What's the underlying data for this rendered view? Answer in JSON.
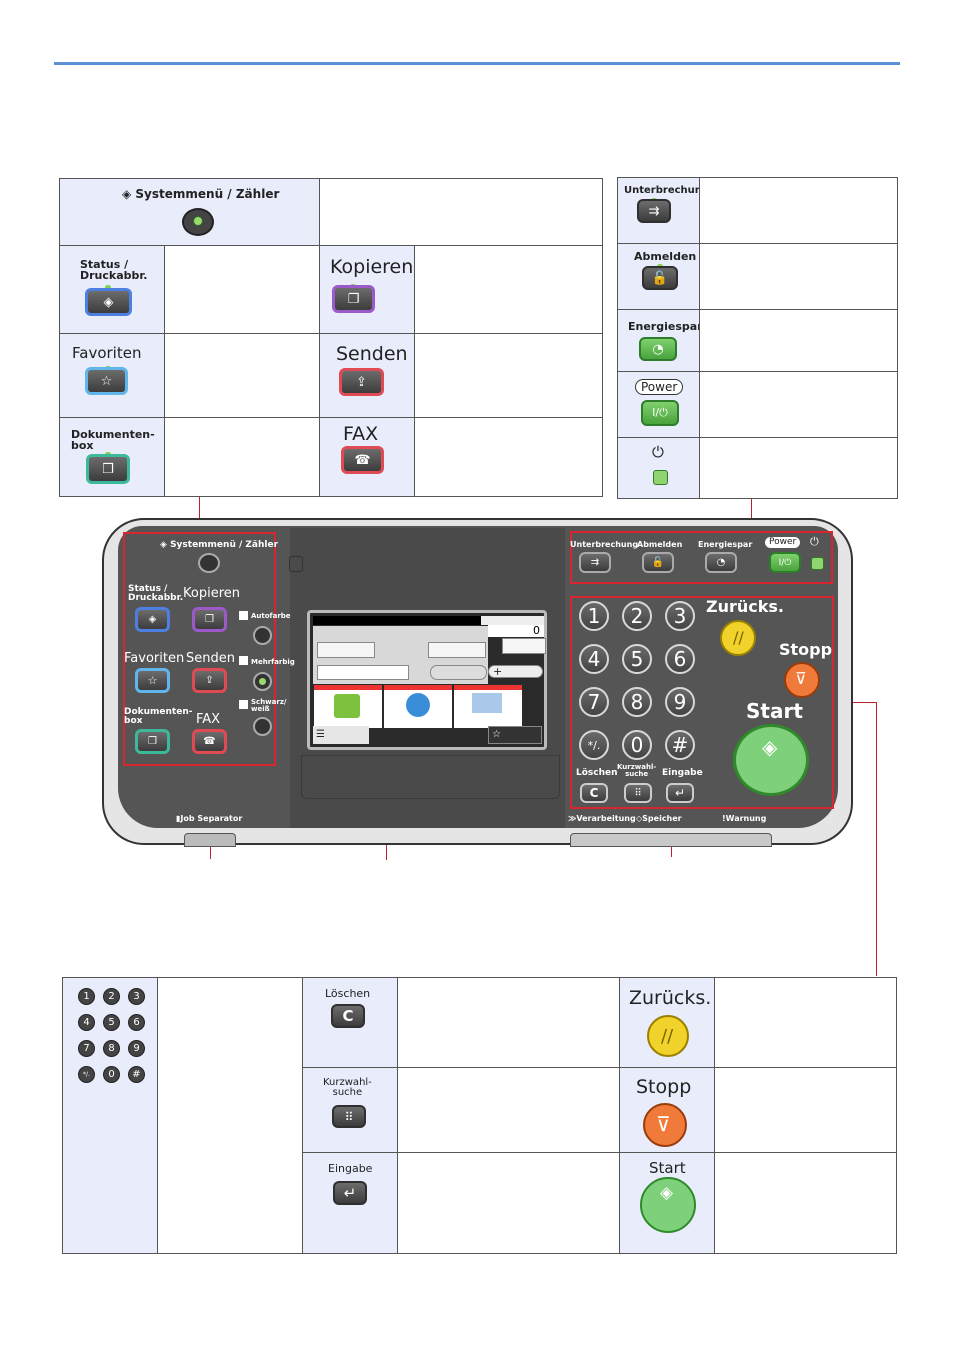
{
  "top_left_table": {
    "system_menu": "Systemmenü / Zähler",
    "status": "Status /\nDruckabbr.",
    "copy": "Kopieren",
    "favorites": "Favoriten",
    "send": "Senden",
    "document_box": "Dokumenten-\nbox",
    "fax": "FAX"
  },
  "top_right_table": {
    "interrupt": "Unterbrechung",
    "logout": "Abmelden",
    "energy_saver": "Energiespar",
    "power": "Power"
  },
  "panel": {
    "system_menu": "Systemmenü / Zähler",
    "status": "Status /\nDruckabbr.",
    "copy": "Kopieren",
    "auto_color": "Autofarbe",
    "favorites": "Favoriten",
    "send": "Senden",
    "multi_color": "Mehrfarbig",
    "document_box": "Dokumenten-\nbox",
    "fax": "FAX",
    "black_white": "Schwarz/\nweiß",
    "job_separator": "Job Separator",
    "interrupt": "Unterbrechung",
    "logout": "Abmelden",
    "energy_saver": "Energiespar",
    "power": "Power",
    "reset": "Zurücks.",
    "stop": "Stopp",
    "start": "Start",
    "clear": "Löschen",
    "quick_search": "Kurzwahl-\nsuche",
    "enter": "Eingabe",
    "processing": "Verarbeitung",
    "memory": "Speicher",
    "warning": "Warnung",
    "screen_counter": "0",
    "keys": [
      "1",
      "2",
      "3",
      "4",
      "5",
      "6",
      "7",
      "8",
      "9",
      "*/.",
      "0",
      "#"
    ],
    "clear_key": "C"
  },
  "bottom_table": {
    "keys": [
      "1",
      "2",
      "3",
      "4",
      "5",
      "6",
      "7",
      "8",
      "9",
      "*/.",
      "0",
      "#"
    ],
    "clear": "Löschen",
    "clear_key": "C",
    "quick_search": "Kurzwahl-\nsuche",
    "enter": "Eingabe",
    "reset": "Zurücks.",
    "stop": "Stopp",
    "start": "Start"
  },
  "colors": {
    "accent_line": "#5b8fd6",
    "leader": "#c0202a",
    "cell_blue": "#e8ecfb",
    "start_green": "#7ed17a",
    "stop_orange": "#f07a3a",
    "reset_yellow": "#f1d22a"
  }
}
